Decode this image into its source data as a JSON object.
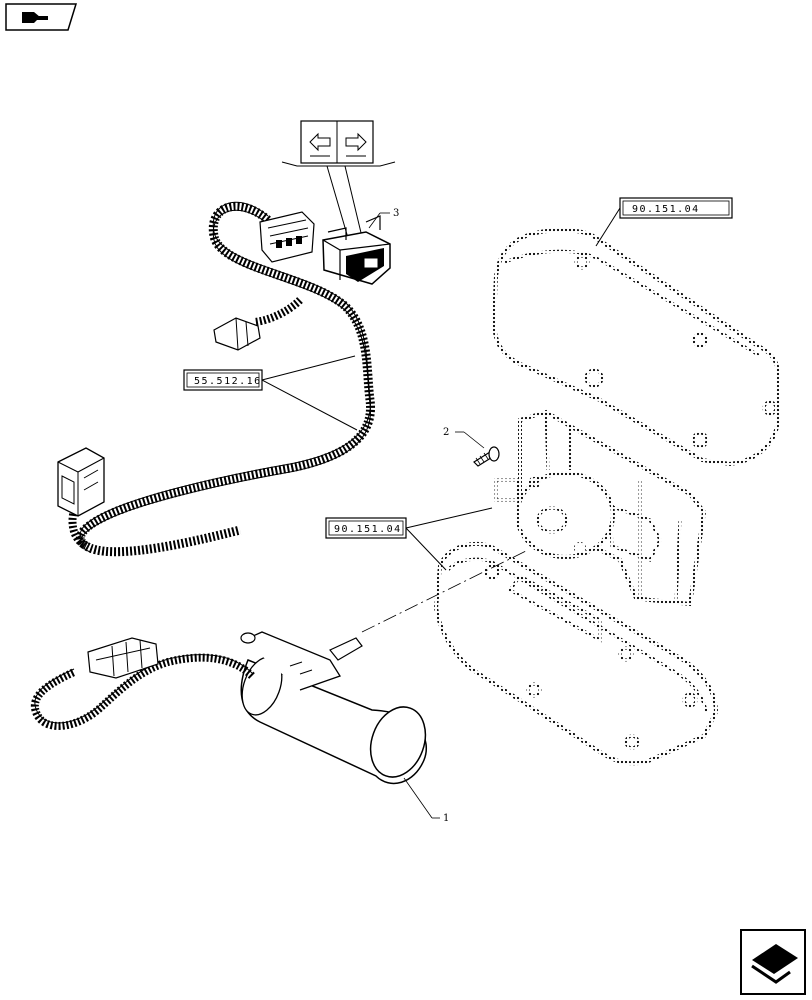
{
  "references": {
    "ref_top": "90.151.04",
    "ref_left": "55.512.16",
    "ref_mid": "90.151.04"
  },
  "callouts": {
    "item_1": "1",
    "item_2": "2",
    "item_3": "3"
  },
  "icons": {
    "prev": "prev-page-arrow-icon",
    "next": "next-page-arrow-icon",
    "switch_left": "arrow-left-icon",
    "switch_right": "arrow-right-icon"
  }
}
